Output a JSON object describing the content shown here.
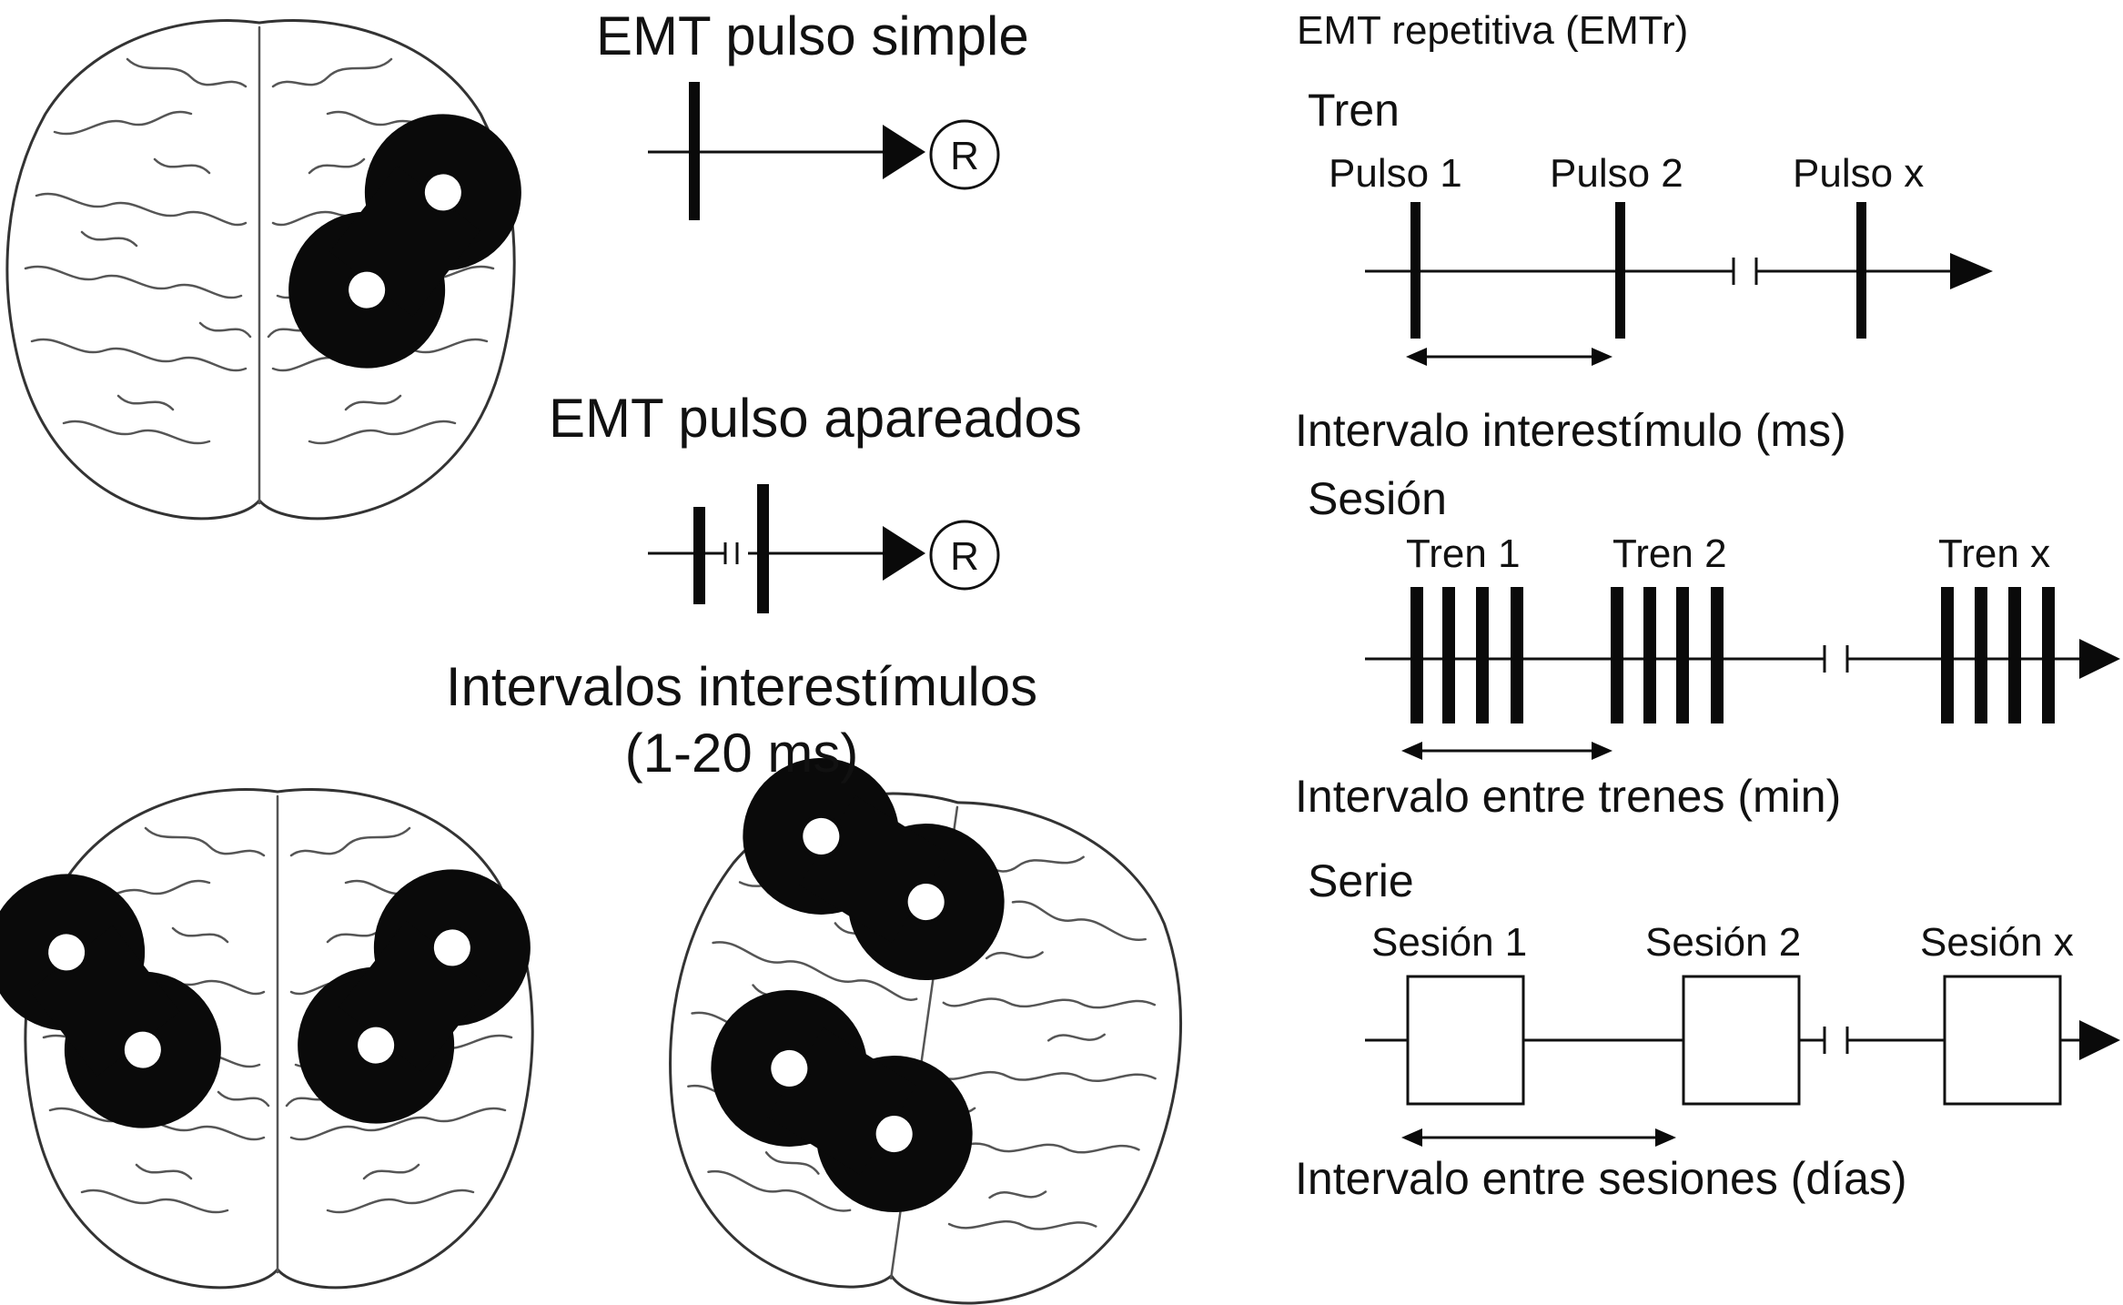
{
  "single_pulse": {
    "title": "EMT pulso simple",
    "response": "R"
  },
  "paired_pulse": {
    "title": "EMT pulso apareados",
    "response": "R",
    "interval_line1": "Intervalos interestímulos",
    "interval_line2": "(1-20 ms)"
  },
  "rtms": {
    "title": "EMT repetitiva (EMTr)",
    "tren": {
      "heading": "Tren",
      "labels": [
        "Pulso 1",
        "Pulso 2",
        "Pulso x"
      ],
      "interval": "Intervalo interestímulo (ms)"
    },
    "sesion": {
      "heading": "Sesión",
      "labels": [
        "Tren 1",
        "Tren 2",
        "Tren x"
      ],
      "interval": "Intervalo entre trenes (min)"
    },
    "serie": {
      "heading": "Serie",
      "labels": [
        "Sesión 1",
        "Sesión 2",
        "Sesión x"
      ],
      "interval": "Intervalo entre sesiones (días)"
    }
  },
  "icons": [
    "brain-icon",
    "figure-eight-coil-icon",
    "arrow-head-icon",
    "response-circle-icon",
    "axis-break-icon"
  ]
}
